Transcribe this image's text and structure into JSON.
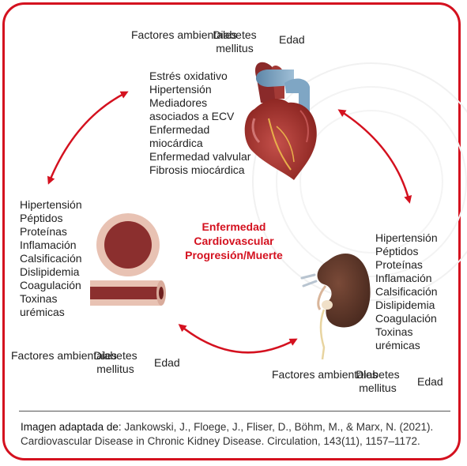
{
  "colors": {
    "accent": "#d4111f",
    "vessel": "#8b2f2e",
    "kidney": "#5a3326"
  },
  "top_factors": {
    "environmental": "Factores ambientales",
    "diabetes": "Diabetes mellitus",
    "age": "Edad"
  },
  "left_factors": {
    "environmental": "Factores ambientales",
    "diabetes": "Diabetes mellitus",
    "age": "Edad"
  },
  "right_factors": {
    "environmental": "Factores ambientales",
    "diabetes": "Diabetes mellitus",
    "age": "Edad"
  },
  "heart_list": [
    "Estrés oxidativo",
    "Hipertensión",
    "Mediadores",
    "asociados a ECV",
    "Enfermedad",
    "miocárdica",
    "Enfermedad valvular",
    "Fibrosis miocárdica"
  ],
  "vessel_list": [
    "Hipertensión",
    "Péptidos",
    "Proteínas",
    "Inflamación",
    "Calsificación",
    "Dislipidemia",
    "Coagulación",
    "Toxinas",
    "urémicas"
  ],
  "kidney_list": [
    "Hipertensión",
    "Péptidos",
    "Proteínas",
    "Inflamación",
    "Calsificación",
    "Dislipidemia",
    "Coagulación",
    "Toxinas",
    "urémicas"
  ],
  "center_title": [
    "Enfermedad",
    "Cardiovascular",
    "Progresión/Muerte"
  ],
  "credit": {
    "prefix": "Imagen adaptada de:",
    "line1_rest": " Jankowski, J., Floege, J., Fliser, D., Böhm, M., & Marx, N. (2021).",
    "line2": "Cardiovascular Disease in Chronic Kidney Disease. Circulation, 143(11), 1157–1172."
  },
  "icons": [
    "heart-illustration",
    "blood-vessel-cross-section",
    "blood-vessel-tube",
    "kidney-illustration"
  ]
}
